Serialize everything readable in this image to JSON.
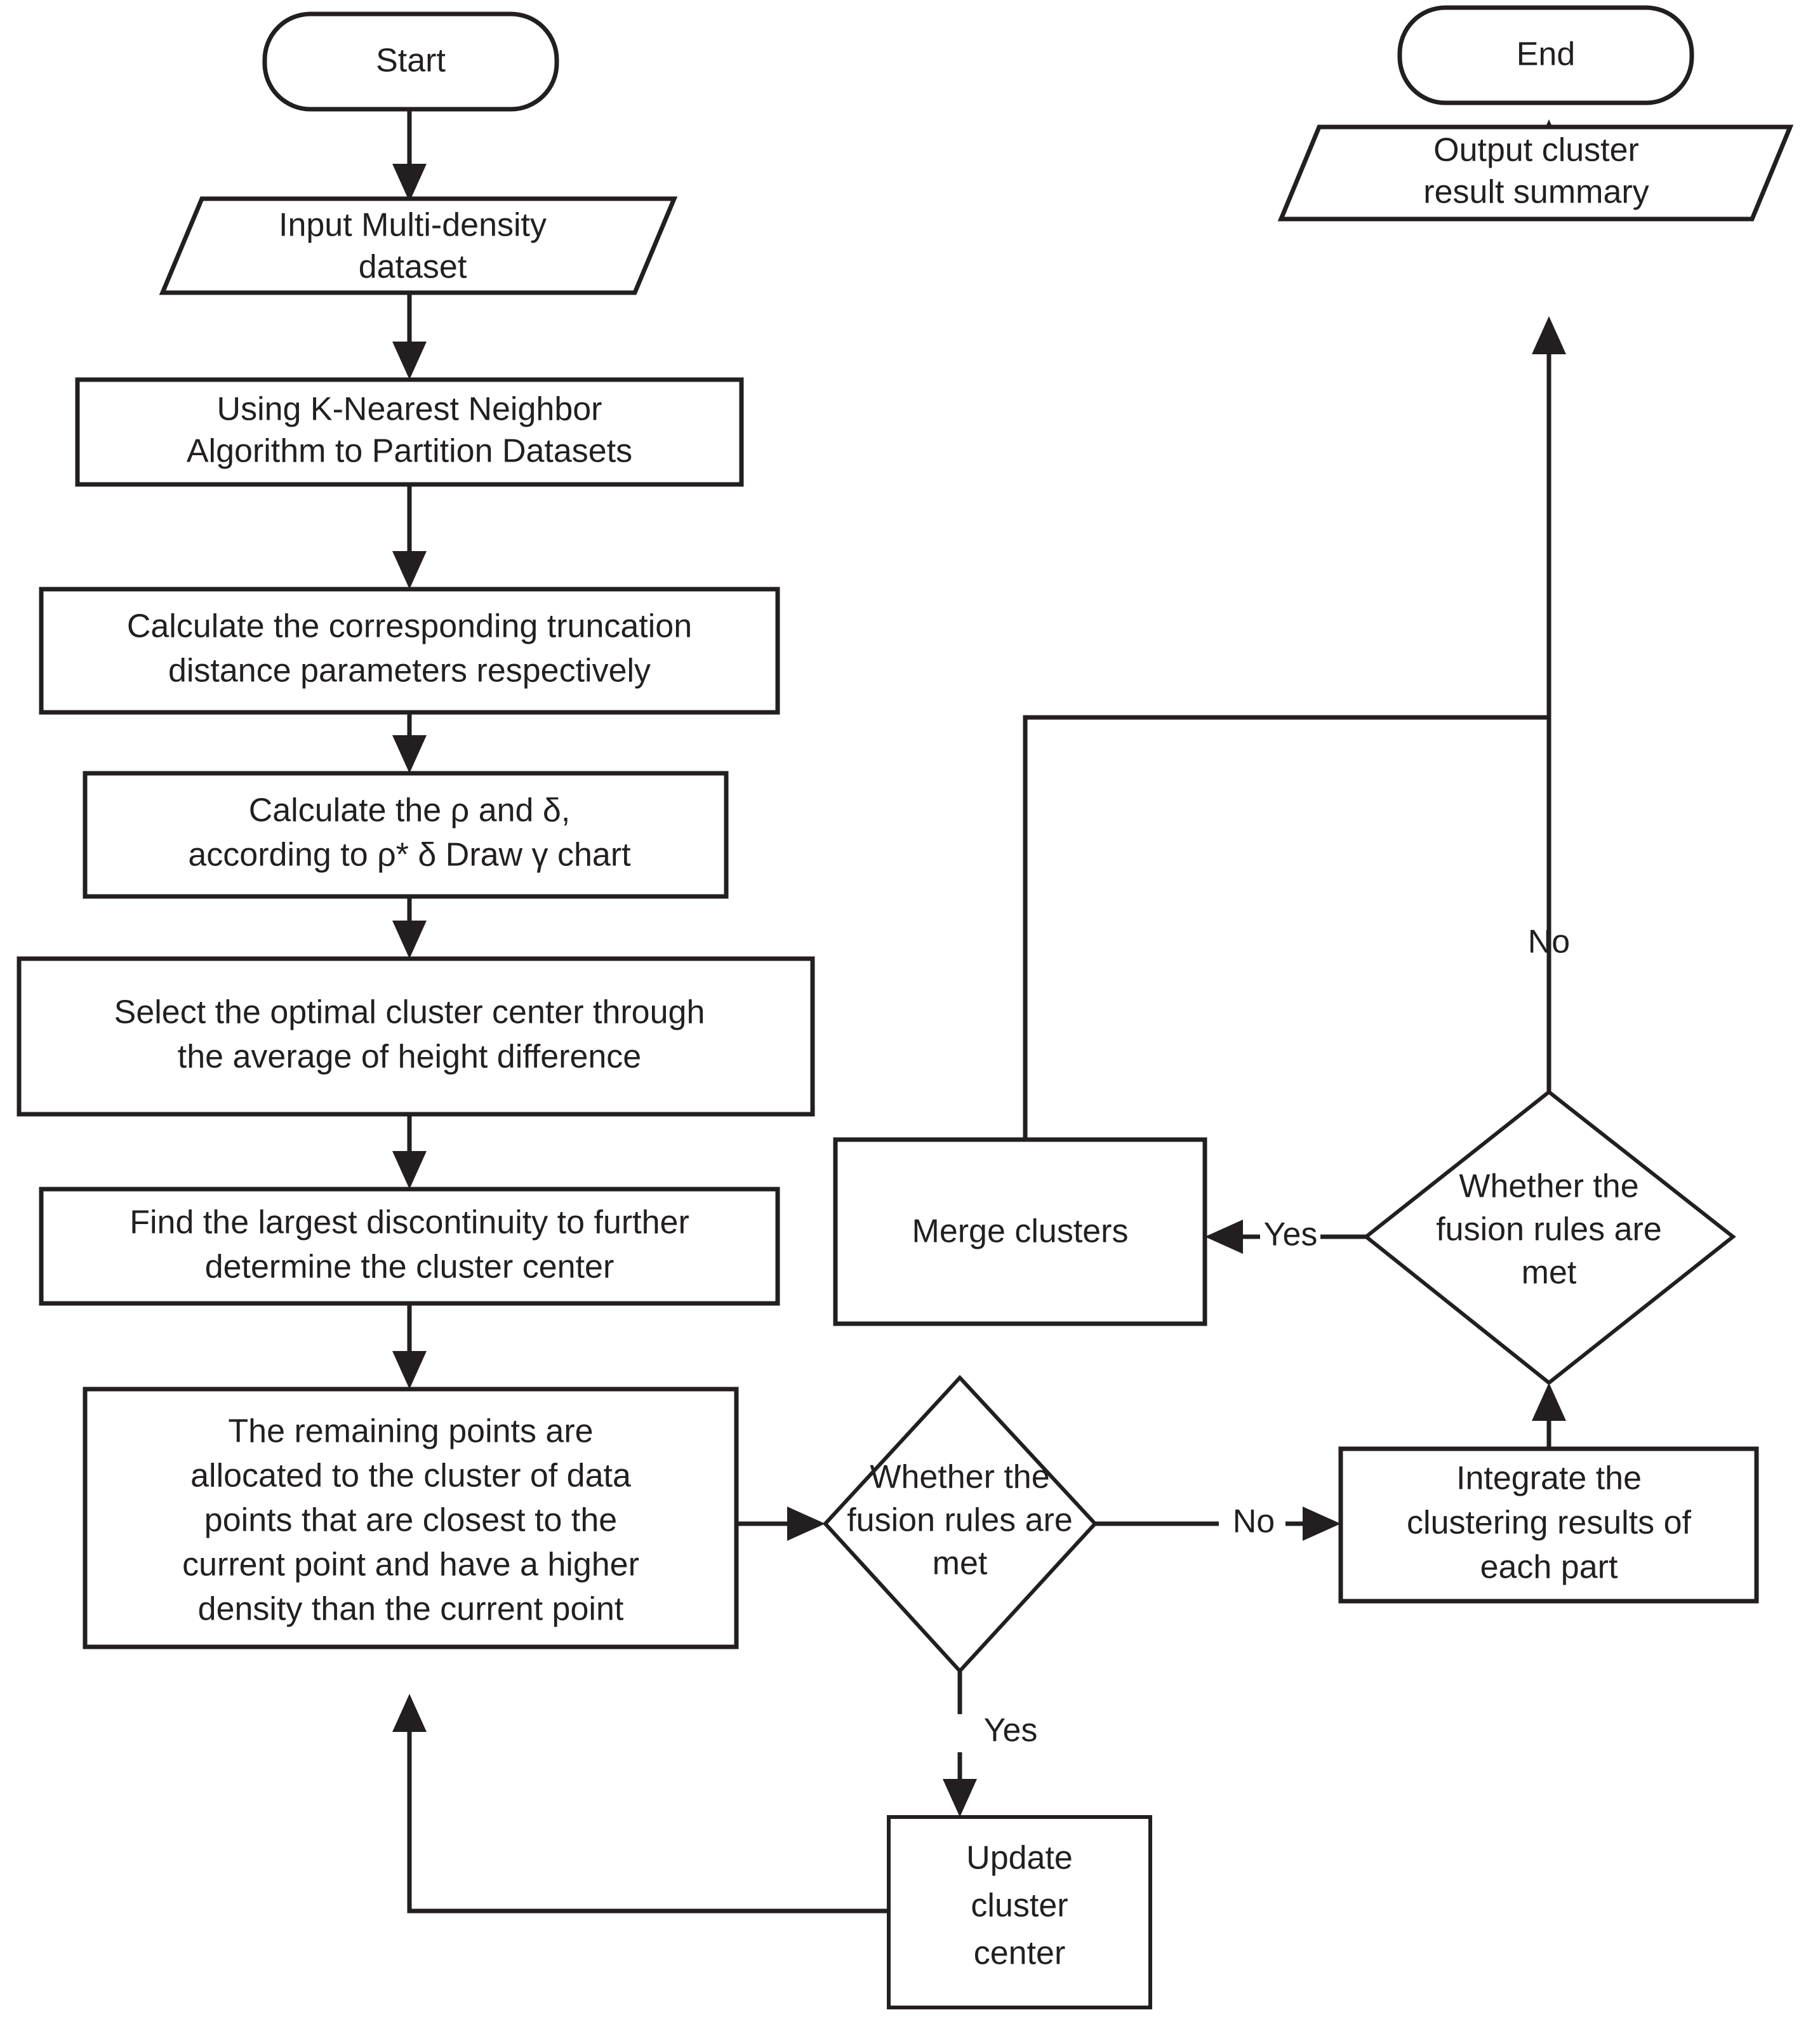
{
  "diagram": {
    "title": "Multi-density clustering algorithm flowchart",
    "type": "flowchart",
    "colors": {
      "stroke": "#231f20",
      "fill": "#ffffff",
      "text": "#231f20"
    },
    "nodes": {
      "start": {
        "shape": "terminator",
        "label": "Start"
      },
      "input_dataset": {
        "shape": "parallelogram",
        "line1": "Input Multi-density",
        "line2": "dataset"
      },
      "knn_partition": {
        "shape": "process",
        "line1": "Using K-Nearest Neighbor",
        "line2": "Algorithm to Partition Datasets"
      },
      "truncation_distance": {
        "shape": "process",
        "line1": "Calculate the corresponding truncation",
        "line2": "distance parameters respectively"
      },
      "rho_delta": {
        "shape": "process",
        "line1": "Calculate the ρ and δ,",
        "line2": "according to ρ* δ Draw γ chart"
      },
      "optimal_center": {
        "shape": "process",
        "line1": "Select the optimal cluster center through",
        "line2": "the average of height difference"
      },
      "largest_discontinuity": {
        "shape": "process",
        "line1": "Find the largest discontinuity to further",
        "line2": "determine the cluster center"
      },
      "allocate_points": {
        "shape": "process",
        "line1": "The remaining points are",
        "line2": "allocated to the cluster of data",
        "line3": "points that are closest to the",
        "line4": "current point and have a higher",
        "line5": "density than the current point"
      },
      "decision_lower": {
        "shape": "decision",
        "line1": "Whether the",
        "line2": "fusion rules are",
        "line3": "met"
      },
      "update_center": {
        "shape": "process",
        "line1": "Update",
        "line2": "cluster",
        "line3": "center"
      },
      "integrate_results": {
        "shape": "process",
        "line1": "Integrate the",
        "line2": "clustering results of",
        "line3": "each part"
      },
      "decision_upper": {
        "shape": "decision",
        "line1": "Whether the",
        "line2": "fusion rules are",
        "line3": "met"
      },
      "merge_clusters": {
        "shape": "process",
        "label": "Merge clusters"
      },
      "output_summary": {
        "shape": "parallelogram",
        "line1": "Output cluster",
        "line2": "result summary"
      },
      "end": {
        "shape": "terminator",
        "label": "End"
      }
    },
    "edge_labels": {
      "lower_yes": "Yes",
      "lower_no": "No",
      "upper_yes": "Yes",
      "upper_no": "No"
    }
  }
}
